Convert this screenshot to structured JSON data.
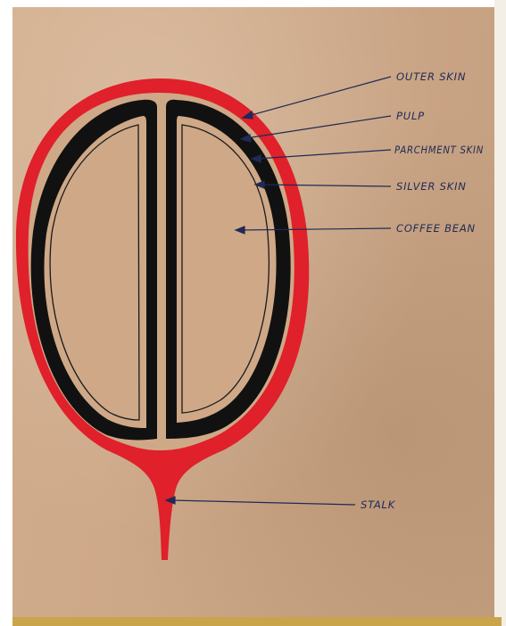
{
  "labels": {
    "outer_skin": "OUTER SKIN",
    "pulp": "PULP",
    "parchment_skin": "PARCHMENT SKIN",
    "silver_skin": "SILVER SKIN",
    "coffee_bean": "COFFEE BEAN",
    "stalk": "STALK"
  },
  "colors": {
    "paper": "#cfa887",
    "outer_skin": "#e0202a",
    "parchment": "#111111",
    "ink": "#1f2a55",
    "bottom_band": "#c9a44a"
  }
}
